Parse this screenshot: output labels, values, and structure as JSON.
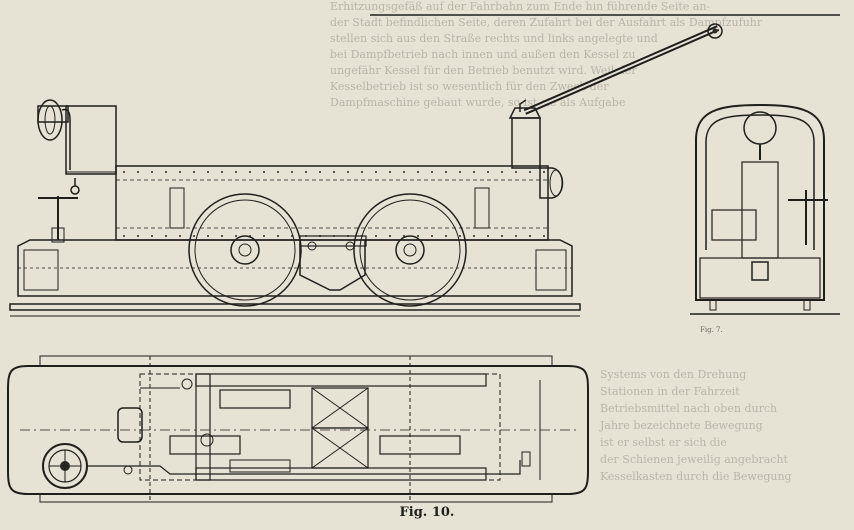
{
  "figure": {
    "caption": "Fig. 10.",
    "small_label": "Fig. 7."
  },
  "bleed_text": {
    "top_lines": [
      "Erhitzungsgefäß auf der Fahrbahn zum Ende hin führende Seite an-",
      "der Stadt befindlichen Seite, deren Zufahrt bei der Ausfahrt als Dampfzufuhr",
      "stellen sich aus den Straße rechts und links angelegte und",
      "bei Dampfbetrieb nach innen und außen den Kessel zu",
      "ungefähr Kessel für den Betrieb benutzt wird. Weil der",
      "Kesselbetrieb ist so wesentlich für den Zweck der",
      "Dampfmaschine gebaut wurde, so ist sie als Aufgabe"
    ],
    "bottom_lines": [
      "Systems von den Drehung",
      "Stationen in der Fahrzeit",
      "Betriebsmittel nach oben durch",
      "Jahre bezeichnete Bewegung",
      "ist er selbst er sich die",
      "der Schienen jeweilig angebracht",
      "Kesselkasten durch die Bewegung"
    ]
  }
}
